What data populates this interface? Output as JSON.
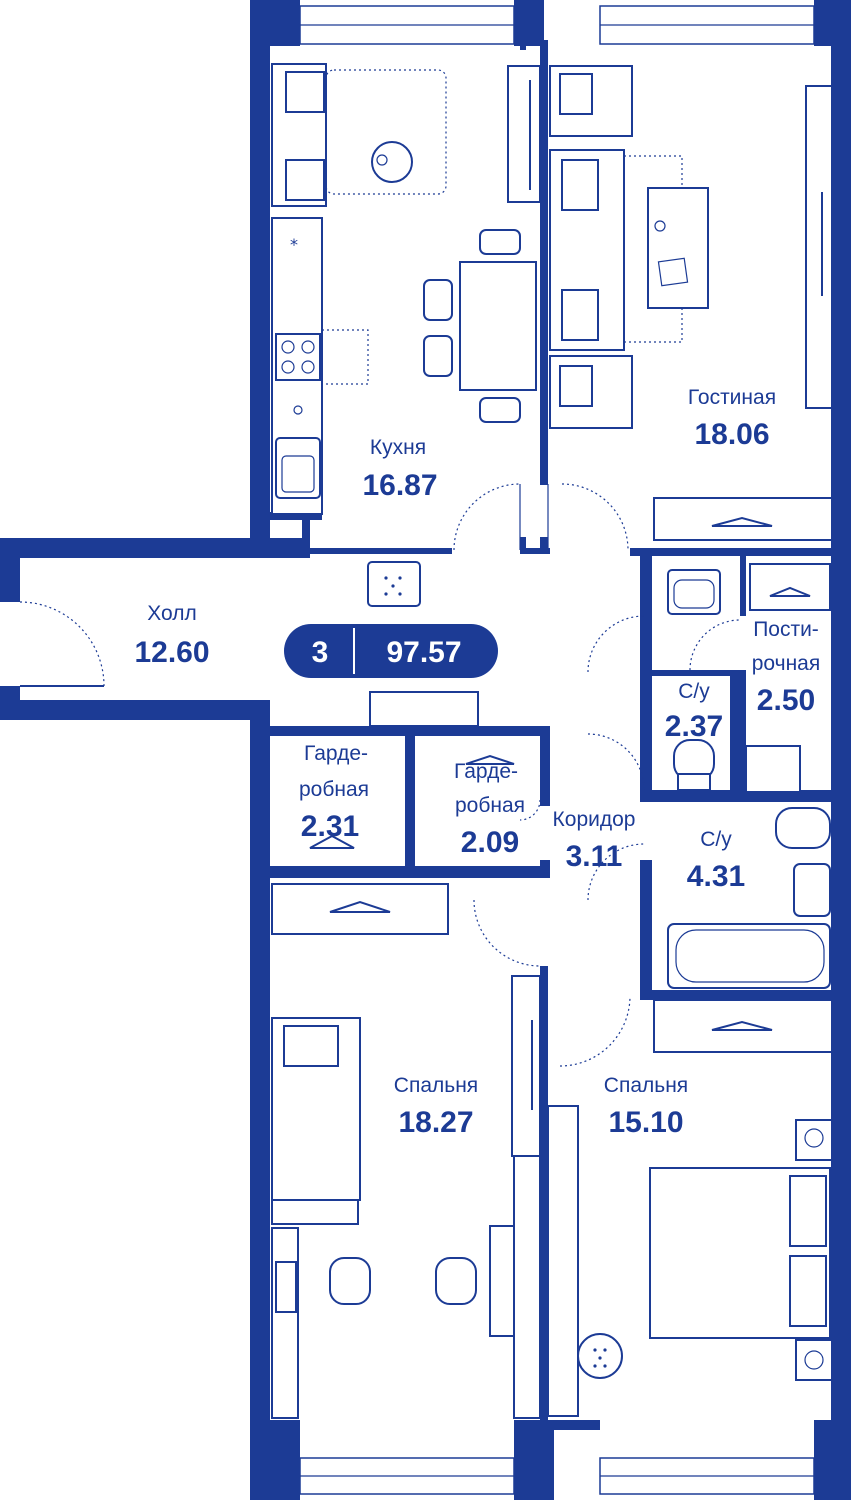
{
  "colors": {
    "primary": "#1c3b95",
    "background": "#ffffff"
  },
  "apartment": {
    "rooms_count": "3",
    "total_area": "97.57"
  },
  "rooms": {
    "kitchen": {
      "name": "Кухня",
      "area": "16.87"
    },
    "living": {
      "name": "Гостиная",
      "area": "18.06"
    },
    "hall": {
      "name": "Холл",
      "area": "12.60"
    },
    "bath_small": {
      "name": "С/у",
      "area": "2.37"
    },
    "laundry": {
      "name_line1": "Пости-",
      "name_line2": "рочная",
      "area": "2.50"
    },
    "wardrobe_left": {
      "name_line1": "Гарде-",
      "name_line2": "робная",
      "area": "2.31"
    },
    "wardrobe_right": {
      "name_line1": "Гарде-",
      "name_line2": "робная",
      "area": "2.09"
    },
    "corridor": {
      "name": "Коридор",
      "area": "3.11"
    },
    "bath_large": {
      "name": "С/у",
      "area": "4.31"
    },
    "bedroom_left": {
      "name": "Спальня",
      "area": "18.27"
    },
    "bedroom_right": {
      "name": "Спальня",
      "area": "15.10"
    }
  },
  "icons": [
    "sofa-icon",
    "armchair-icon",
    "dining-table-icon",
    "stove-icon",
    "sink-icon",
    "toilet-icon",
    "bathtub-icon",
    "bed-icon",
    "desk-icon",
    "hanger-icon",
    "washing-machine-icon",
    "door-swing-icon",
    "window-icon"
  ]
}
